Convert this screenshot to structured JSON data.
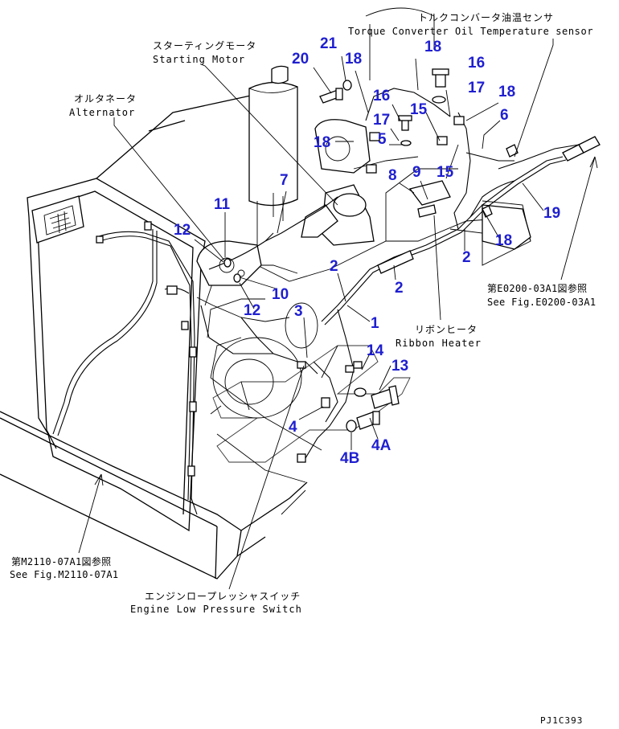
{
  "labels": {
    "alternator_jp": "オルタネータ",
    "alternator_en": "Alternator",
    "starting_motor_jp": "スターティングモータ",
    "starting_motor_en": "Starting Motor",
    "tc_sensor_jp": "トルクコンバータ油温センサ",
    "tc_sensor_en": "Torque Converter Oil Temperature sensor",
    "ribbon_heater_jp": "リボンヒータ",
    "ribbon_heater_en": "Ribbon Heater",
    "see_e0200_jp": "第E0200-03A1図参照",
    "see_e0200_en": "See Fig.E0200-03A1",
    "see_m2110_jp": "第M2110-07A1図参照",
    "see_m2110_en": "See Fig.M2110-07A1",
    "engine_lp_jp": "エンジンロープレッシャスイッチ",
    "engine_lp_en": "Engine Low Pressure Switch",
    "drawing_code": "PJ1C393"
  },
  "parts": {
    "p20": "20",
    "p21": "21",
    "p18a": "18",
    "p18b": "18",
    "p16a": "16",
    "p17a": "17",
    "p16b": "16",
    "p15a": "15",
    "p17b": "17",
    "p18c": "18",
    "p18d": "18",
    "p5": "5",
    "p6": "6",
    "p8": "8",
    "p9": "9",
    "p15b": "15",
    "p7": "7",
    "p11": "11",
    "p12a": "12",
    "p19": "19",
    "p18e": "18",
    "p2a": "2",
    "p2b": "2",
    "p2c": "2",
    "p10": "10",
    "p12b": "12",
    "p3": "3",
    "p1": "1",
    "p14": "14",
    "p13": "13",
    "p4": "4",
    "p4a": "4A",
    "p4b": "4B"
  },
  "colors": {
    "line": "#000000",
    "part_number": "#1f1fd0",
    "background": "#ffffff"
  }
}
